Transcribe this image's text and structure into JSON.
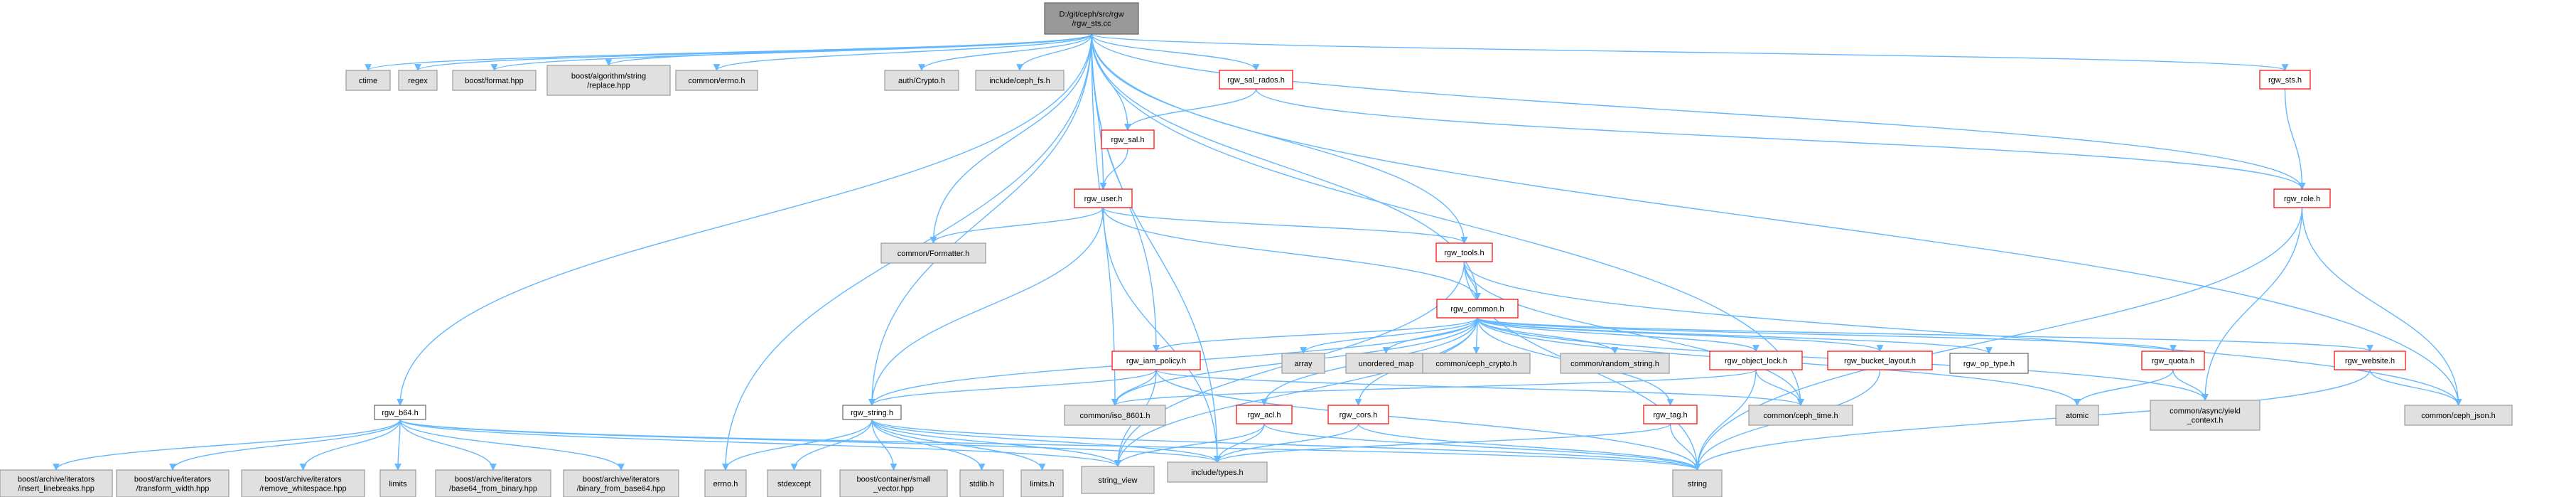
{
  "graph": {
    "title": "D:/git/ceph/src/rgw/rgw_sts.cc",
    "colors": {
      "edge": "#63b8ff",
      "root_fill": "#999999",
      "root_border": "#666666",
      "local_fill": "#ffffff",
      "local_border": "#ff0000",
      "system_fill": "#e0e0e0",
      "system_border": "#999999"
    },
    "nodes": [
      {
        "id": "root",
        "lines": [
          "D:/git/ceph/src/rgw",
          "/rgw_sts.cc"
        ],
        "kind": "root"
      },
      {
        "id": "rgw_b64",
        "lines": [
          "rgw_b64.h"
        ],
        "kind": "plain"
      },
      {
        "id": "ctime",
        "lines": [
          "ctime"
        ],
        "kind": "system"
      },
      {
        "id": "regex",
        "lines": [
          "regex"
        ],
        "kind": "system"
      },
      {
        "id": "boost_format",
        "lines": [
          "boost/format.hpp"
        ],
        "kind": "system"
      },
      {
        "id": "boost_replace",
        "lines": [
          "boost/algorithm/string",
          "/replace.hpp"
        ],
        "kind": "system"
      },
      {
        "id": "common_errno",
        "lines": [
          "common/errno.h"
        ],
        "kind": "system"
      },
      {
        "id": "auth_crypto",
        "lines": [
          "auth/Crypto.h"
        ],
        "kind": "system"
      },
      {
        "id": "ceph_fs",
        "lines": [
          "include/ceph_fs.h"
        ],
        "kind": "system"
      },
      {
        "id": "rgw_sal_rados",
        "lines": [
          "rgw_sal_rados.h"
        ],
        "kind": "local"
      },
      {
        "id": "rgw_sts",
        "lines": [
          "rgw_sts.h"
        ],
        "kind": "local"
      },
      {
        "id": "rgw_sal",
        "lines": [
          "rgw_sal.h"
        ],
        "kind": "local"
      },
      {
        "id": "rgw_role",
        "lines": [
          "rgw_role.h"
        ],
        "kind": "local"
      },
      {
        "id": "rgw_user",
        "lines": [
          "rgw_user.h"
        ],
        "kind": "local"
      },
      {
        "id": "common_formatter",
        "lines": [
          "common/Formatter.h"
        ],
        "kind": "system"
      },
      {
        "id": "rgw_tools",
        "lines": [
          "rgw_tools.h"
        ],
        "kind": "local"
      },
      {
        "id": "rgw_common",
        "lines": [
          "rgw_common.h"
        ],
        "kind": "local"
      },
      {
        "id": "rgw_iam_policy",
        "lines": [
          "rgw_iam_policy.h"
        ],
        "kind": "local"
      },
      {
        "id": "array",
        "lines": [
          "array"
        ],
        "kind": "system"
      },
      {
        "id": "unordered_map",
        "lines": [
          "unordered_map"
        ],
        "kind": "system"
      },
      {
        "id": "ceph_crypto",
        "lines": [
          "common/ceph_crypto.h"
        ],
        "kind": "system"
      },
      {
        "id": "random_string",
        "lines": [
          "common/random_string.h"
        ],
        "kind": "system"
      },
      {
        "id": "rgw_object_lock",
        "lines": [
          "rgw_object_lock.h"
        ],
        "kind": "local"
      },
      {
        "id": "rgw_bucket_layout",
        "lines": [
          "rgw_bucket_layout.h"
        ],
        "kind": "local"
      },
      {
        "id": "rgw_op_type",
        "lines": [
          "rgw_op_type.h"
        ],
        "kind": "plain"
      },
      {
        "id": "rgw_quota",
        "lines": [
          "rgw_quota.h"
        ],
        "kind": "local"
      },
      {
        "id": "rgw_website",
        "lines": [
          "rgw_website.h"
        ],
        "kind": "local"
      },
      {
        "id": "rgw_string",
        "lines": [
          "rgw_string.h"
        ],
        "kind": "plain"
      },
      {
        "id": "iso_8601",
        "lines": [
          "common/iso_8601.h"
        ],
        "kind": "system"
      },
      {
        "id": "rgw_acl",
        "lines": [
          "rgw_acl.h"
        ],
        "kind": "local"
      },
      {
        "id": "rgw_cors",
        "lines": [
          "rgw_cors.h"
        ],
        "kind": "local"
      },
      {
        "id": "ceph_time",
        "lines": [
          "common/ceph_time.h"
        ],
        "kind": "system"
      },
      {
        "id": "rgw_tag",
        "lines": [
          "rgw_tag.h"
        ],
        "kind": "local"
      },
      {
        "id": "atomic",
        "lines": [
          "atomic"
        ],
        "kind": "system"
      },
      {
        "id": "async_yield",
        "lines": [
          "common/async/yield",
          "_context.h"
        ],
        "kind": "system"
      },
      {
        "id": "ceph_json",
        "lines": [
          "common/ceph_json.h"
        ],
        "kind": "system"
      },
      {
        "id": "insert_linebreaks",
        "lines": [
          "boost/archive/iterators",
          "/insert_linebreaks.hpp"
        ],
        "kind": "system"
      },
      {
        "id": "transform_width",
        "lines": [
          "boost/archive/iterators",
          "/transform_width.hpp"
        ],
        "kind": "system"
      },
      {
        "id": "remove_whitespace",
        "lines": [
          "boost/archive/iterators",
          "/remove_whitespace.hpp"
        ],
        "kind": "system"
      },
      {
        "id": "limits",
        "lines": [
          "limits"
        ],
        "kind": "system"
      },
      {
        "id": "base64_from_binary",
        "lines": [
          "boost/archive/iterators",
          "/base64_from_binary.hpp"
        ],
        "kind": "system"
      },
      {
        "id": "binary_from_base64",
        "lines": [
          "boost/archive/iterators",
          "/binary_from_base64.hpp"
        ],
        "kind": "system"
      },
      {
        "id": "errno_h",
        "lines": [
          "errno.h"
        ],
        "kind": "system"
      },
      {
        "id": "stdexcept",
        "lines": [
          "stdexcept"
        ],
        "kind": "system"
      },
      {
        "id": "small_vector",
        "lines": [
          "boost/container/small",
          "_vector.hpp"
        ],
        "kind": "system"
      },
      {
        "id": "stdlib_h",
        "lines": [
          "stdlib.h"
        ],
        "kind": "system"
      },
      {
        "id": "limits_h",
        "lines": [
          "limits.h"
        ],
        "kind": "system"
      },
      {
        "id": "string_view",
        "lines": [
          "string_view"
        ],
        "kind": "system"
      },
      {
        "id": "include_types",
        "lines": [
          "include/types.h"
        ],
        "kind": "system"
      },
      {
        "id": "string",
        "lines": [
          "string"
        ],
        "kind": "system"
      }
    ],
    "edges": [
      [
        "root",
        "rgw_b64"
      ],
      [
        "root",
        "ctime"
      ],
      [
        "root",
        "regex"
      ],
      [
        "root",
        "boost_format"
      ],
      [
        "root",
        "boost_replace"
      ],
      [
        "root",
        "common_errno"
      ],
      [
        "root",
        "auth_crypto"
      ],
      [
        "root",
        "ceph_fs"
      ],
      [
        "root",
        "rgw_sal_rados"
      ],
      [
        "root",
        "rgw_sts"
      ],
      [
        "root",
        "rgw_sal"
      ],
      [
        "root",
        "rgw_role"
      ],
      [
        "root",
        "rgw_user"
      ],
      [
        "root",
        "common_formatter"
      ],
      [
        "root",
        "rgw_tools"
      ],
      [
        "root",
        "rgw_common"
      ],
      [
        "root",
        "rgw_iam_policy"
      ],
      [
        "root",
        "rgw_string"
      ],
      [
        "root",
        "iso_8601"
      ],
      [
        "root",
        "ceph_time"
      ],
      [
        "root",
        "errno_h"
      ],
      [
        "root",
        "include_types"
      ],
      [
        "root",
        "ceph_json"
      ],
      [
        "rgw_sal_rados",
        "rgw_sal"
      ],
      [
        "rgw_sal_rados",
        "rgw_role"
      ],
      [
        "rgw_sts",
        "rgw_role"
      ],
      [
        "rgw_sal",
        "rgw_user"
      ],
      [
        "rgw_role",
        "async_yield"
      ],
      [
        "rgw_role",
        "ceph_json"
      ],
      [
        "rgw_role",
        "string"
      ],
      [
        "rgw_user",
        "common_formatter"
      ],
      [
        "rgw_user",
        "rgw_tools"
      ],
      [
        "rgw_user",
        "rgw_common"
      ],
      [
        "rgw_user",
        "rgw_string"
      ],
      [
        "rgw_user",
        "include_types"
      ],
      [
        "rgw_tools",
        "rgw_common"
      ],
      [
        "rgw_tools",
        "string"
      ],
      [
        "rgw_tools",
        "ceph_json"
      ],
      [
        "rgw_tools",
        "string_view"
      ],
      [
        "rgw_tools",
        "ceph_time"
      ],
      [
        "rgw_common",
        "rgw_iam_policy"
      ],
      [
        "rgw_common",
        "array"
      ],
      [
        "rgw_common",
        "unordered_map"
      ],
      [
        "rgw_common",
        "ceph_crypto"
      ],
      [
        "rgw_common",
        "random_string"
      ],
      [
        "rgw_common",
        "rgw_object_lock"
      ],
      [
        "rgw_common",
        "rgw_bucket_layout"
      ],
      [
        "rgw_common",
        "rgw_op_type"
      ],
      [
        "rgw_common",
        "rgw_quota"
      ],
      [
        "rgw_common",
        "rgw_website"
      ],
      [
        "rgw_common",
        "rgw_string"
      ],
      [
        "rgw_common",
        "iso_8601"
      ],
      [
        "rgw_common",
        "rgw_acl"
      ],
      [
        "rgw_common",
        "rgw_cors"
      ],
      [
        "rgw_common",
        "rgw_tag"
      ],
      [
        "rgw_common",
        "atomic"
      ],
      [
        "rgw_common",
        "async_yield"
      ],
      [
        "rgw_common",
        "string_view"
      ],
      [
        "rgw_iam_policy",
        "rgw_string"
      ],
      [
        "rgw_iam_policy",
        "iso_8601"
      ],
      [
        "rgw_iam_policy",
        "string"
      ],
      [
        "rgw_iam_policy",
        "string_view"
      ],
      [
        "rgw_iam_policy",
        "ceph_time"
      ],
      [
        "rgw_object_lock",
        "iso_8601"
      ],
      [
        "rgw_object_lock",
        "ceph_time"
      ],
      [
        "rgw_object_lock",
        "string"
      ],
      [
        "rgw_bucket_layout",
        "string"
      ],
      [
        "rgw_quota",
        "atomic"
      ],
      [
        "rgw_quota",
        "async_yield"
      ],
      [
        "rgw_website",
        "ceph_json"
      ],
      [
        "rgw_website",
        "string"
      ],
      [
        "rgw_acl",
        "include_types"
      ],
      [
        "rgw_acl",
        "string"
      ],
      [
        "rgw_acl",
        "string_view"
      ],
      [
        "rgw_cors",
        "include_types"
      ],
      [
        "rgw_cors",
        "string"
      ],
      [
        "rgw_tag",
        "include_types"
      ],
      [
        "rgw_tag",
        "string"
      ],
      [
        "rgw_string",
        "errno_h"
      ],
      [
        "rgw_string",
        "stdexcept"
      ],
      [
        "rgw_string",
        "small_vector"
      ],
      [
        "rgw_string",
        "stdlib_h"
      ],
      [
        "rgw_string",
        "limits_h"
      ],
      [
        "rgw_string",
        "string_view"
      ],
      [
        "rgw_string",
        "include_types"
      ],
      [
        "rgw_string",
        "string"
      ],
      [
        "rgw_b64",
        "insert_linebreaks"
      ],
      [
        "rgw_b64",
        "transform_width"
      ],
      [
        "rgw_b64",
        "remove_whitespace"
      ],
      [
        "rgw_b64",
        "limits"
      ],
      [
        "rgw_b64",
        "base64_from_binary"
      ],
      [
        "rgw_b64",
        "binary_from_base64"
      ],
      [
        "rgw_b64",
        "string_view"
      ],
      [
        "rgw_b64",
        "include_types"
      ],
      [
        "rgw_b64",
        "string"
      ]
    ]
  }
}
